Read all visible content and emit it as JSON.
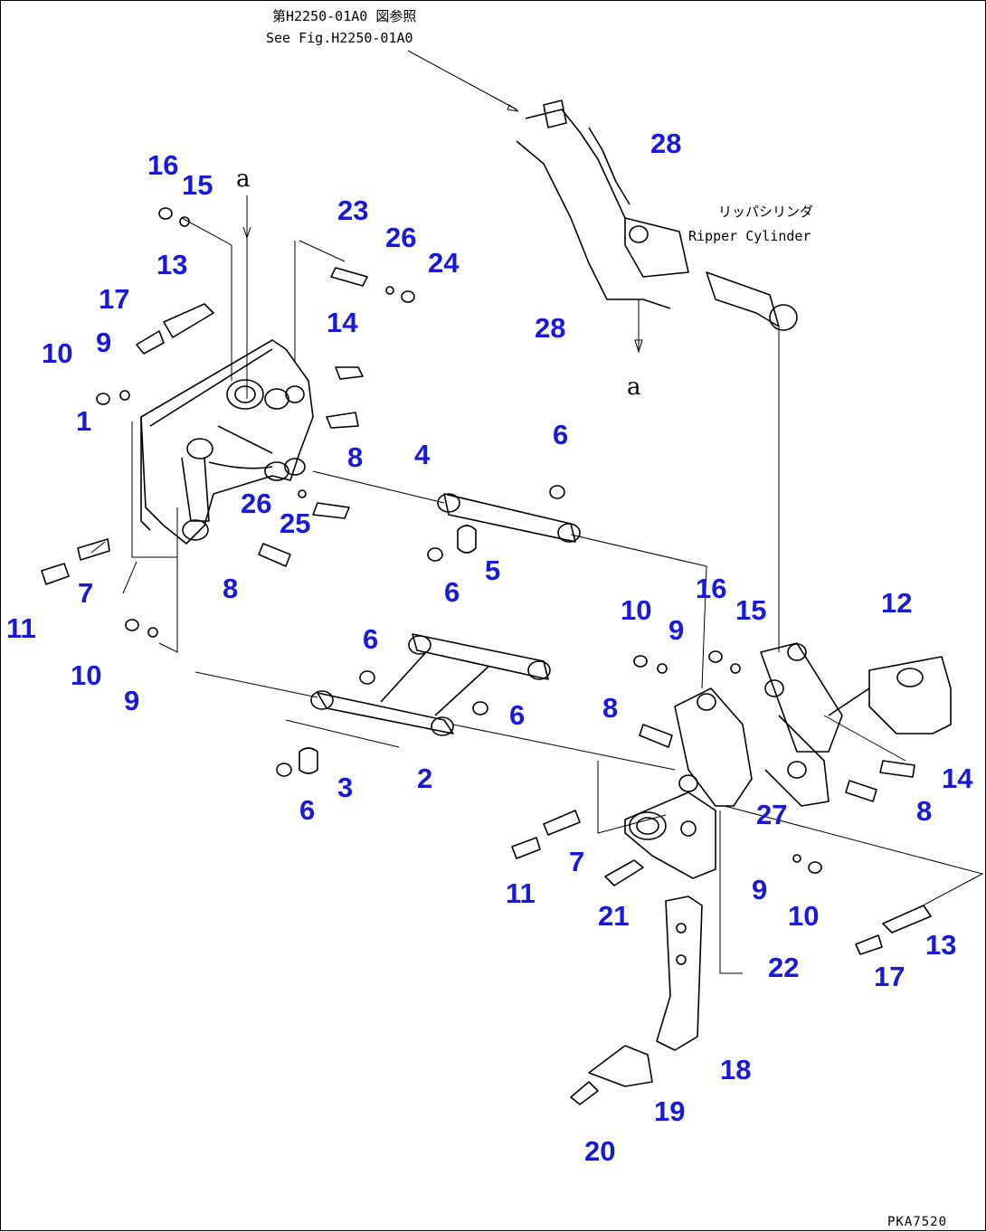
{
  "accent_color": "#1a1ad6",
  "references": {
    "jp": "第H2250-01A0 図参照",
    "en": "See Fig.H2250-01A0",
    "cyl_jp": "リッパシリンダ",
    "cyl_en": "Ripper Cylinder"
  },
  "section_marker": "a",
  "drawing_code": "PKA7520",
  "callouts": [
    "1",
    "2",
    "3",
    "4",
    "5",
    "6",
    "7",
    "8",
    "9",
    "10",
    "11",
    "12",
    "13",
    "14",
    "15",
    "16",
    "17",
    "18",
    "19",
    "20",
    "21",
    "22",
    "23",
    "24",
    "25",
    "26",
    "27",
    "28"
  ],
  "callout_instances": [
    {
      "n": "16"
    },
    {
      "n": "15"
    },
    {
      "n": "13"
    },
    {
      "n": "17"
    },
    {
      "n": "10"
    },
    {
      "n": "9"
    },
    {
      "n": "1"
    },
    {
      "n": "23"
    },
    {
      "n": "26"
    },
    {
      "n": "24"
    },
    {
      "n": "14"
    },
    {
      "n": "8"
    },
    {
      "n": "26"
    },
    {
      "n": "25"
    },
    {
      "n": "7"
    },
    {
      "n": "11"
    },
    {
      "n": "8"
    },
    {
      "n": "10"
    },
    {
      "n": "9"
    },
    {
      "n": "4"
    },
    {
      "n": "6"
    },
    {
      "n": "5"
    },
    {
      "n": "6"
    },
    {
      "n": "6"
    },
    {
      "n": "6"
    },
    {
      "n": "3"
    },
    {
      "n": "6"
    },
    {
      "n": "2"
    },
    {
      "n": "28"
    },
    {
      "n": "28"
    },
    {
      "n": "16"
    },
    {
      "n": "15"
    },
    {
      "n": "10"
    },
    {
      "n": "9"
    },
    {
      "n": "12"
    },
    {
      "n": "8"
    },
    {
      "n": "14"
    },
    {
      "n": "27"
    },
    {
      "n": "8"
    },
    {
      "n": "7"
    },
    {
      "n": "11"
    },
    {
      "n": "21"
    },
    {
      "n": "9"
    },
    {
      "n": "10"
    },
    {
      "n": "13"
    },
    {
      "n": "17"
    },
    {
      "n": "22"
    },
    {
      "n": "18"
    },
    {
      "n": "19"
    },
    {
      "n": "20"
    }
  ]
}
